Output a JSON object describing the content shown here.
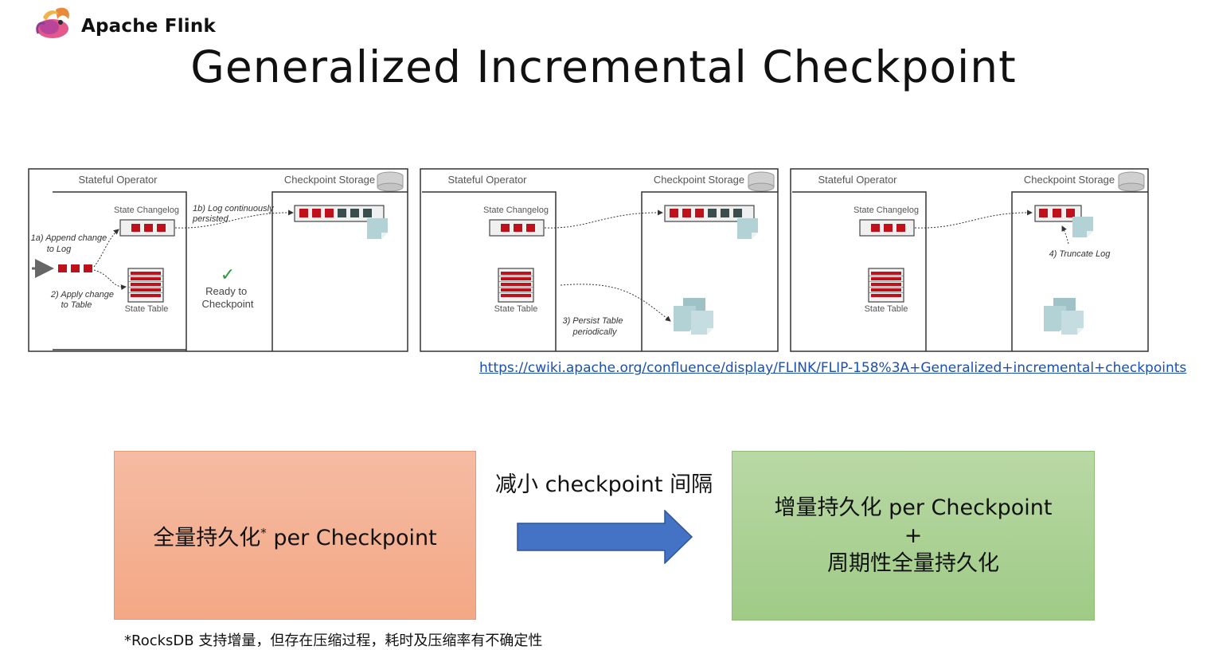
{
  "header": {
    "brand": "Apache Flink",
    "title": "Generalized Incremental Checkpoint"
  },
  "panels": [
    {
      "operator_label": "Stateful Operator",
      "storage_label": "Checkpoint Storage",
      "changelog_label": "State Changelog",
      "table_label": "State Table",
      "step_append": "1a) Append change to Log",
      "step_log": "1b) Log continuously persisted",
      "step_apply": "2) Apply change to Table",
      "ready_mark": "✓",
      "ready_text": "Ready to Checkpoint"
    },
    {
      "operator_label": "Stateful Operator",
      "storage_label": "Checkpoint Storage",
      "changelog_label": "State Changelog",
      "table_label": "State Table",
      "step_persist": "3) Persist Table periodically"
    },
    {
      "operator_label": "Stateful Operator",
      "storage_label": "Checkpoint Storage",
      "changelog_label": "State Changelog",
      "table_label": "State Table",
      "step_truncate": "4) Truncate Log"
    }
  ],
  "reference_link": "https://cwiki.apache.org/confluence/display/FLINK/FLIP-158%3A+Generalized+incremental+checkpoints",
  "comparison": {
    "left_text": "全量持久化",
    "left_sup": "*",
    "left_suffix": " per Checkpoint",
    "arrow_label": "减小 checkpoint 间隔",
    "right_line1": "增量持久化 per Checkpoint",
    "right_line2": "+",
    "right_line3": "周期性全量持久化"
  },
  "footnote": "*RocksDB 支持增量，但存在压缩过程，耗时及压缩率有不确定性",
  "colors": {
    "log_red": "#c0101a",
    "log_dark": "#3c4d4d",
    "file": "#b3d2d6",
    "arrow_blue": "#4472c4",
    "link_blue": "#1a4fb4",
    "check_green": "#2a9a3a",
    "left_box": "#f4a885",
    "right_box": "#a8d08d"
  }
}
